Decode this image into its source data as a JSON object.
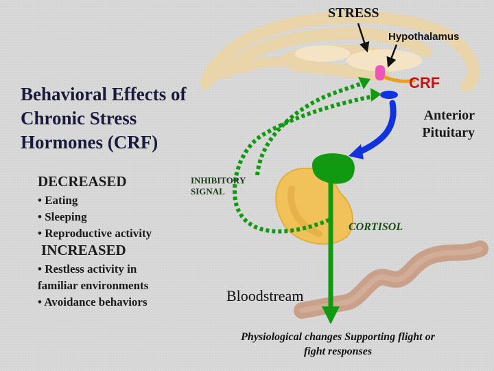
{
  "title": "Behavioral Effects of Chronic Stress Hormones (CRF)",
  "decreased": {
    "heading": "DECREASED",
    "items": [
      "• Eating",
      "• Sleeping",
      "• Reproductive activity"
    ]
  },
  "increased": {
    "heading": "INCREASED",
    "items": [
      "• Restless activity in",
      "familiar environments",
      "• Avoidance behaviors"
    ]
  },
  "labels": {
    "stress": "STRESS",
    "hypothalamus": "Hypothalamus",
    "crf": "CRF",
    "anterior_pituitary": "Anterior Pituitary",
    "inhibitory_signal": "INHIBITORY SIGNAL",
    "cortisol": "CORTISOL",
    "bloodstream": "Bloodstream",
    "physiological": "Physiological changes Supporting flight or fight responses"
  },
  "colors": {
    "brain": "#f7e6c6",
    "brain_stroke": "#e8cfa0",
    "adrenal": "#f2c25a",
    "green": "#119911",
    "blue": "#1133dd",
    "hypothalamus_nucleus": "#ee55bb",
    "crf_text": "#cc1111",
    "blood_vessel": "#c9a18a"
  }
}
